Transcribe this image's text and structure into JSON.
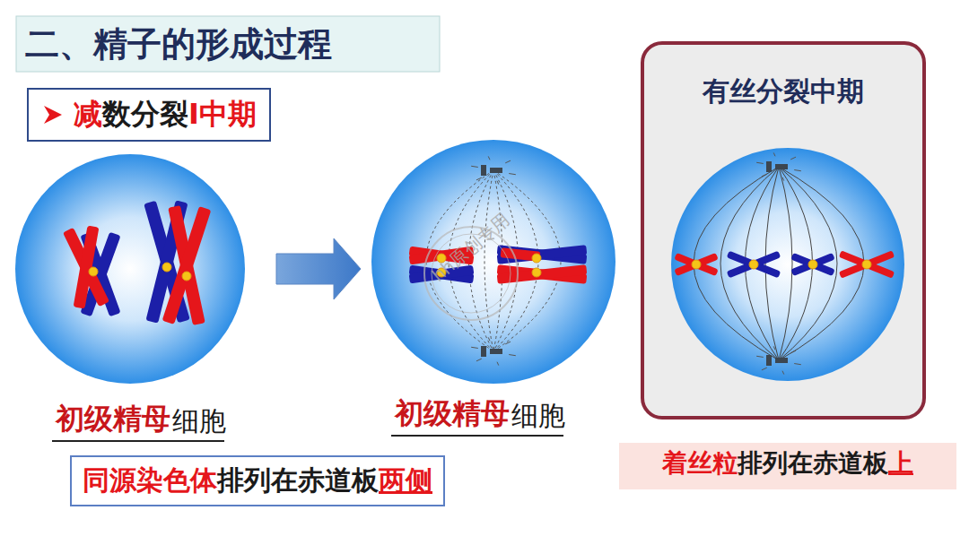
{
  "diagram": {
    "title": "二、精子的形成过程",
    "nodes": [
      {
        "text": [
          "减",
          "数分裂",
          "Ⅰ中期"
        ]
      },
      {
        "text": [
          "有丝分裂中期"
        ]
      },
      {
        "text": [
          "同源染色体",
          "排列在赤道板",
          "两侧"
        ]
      },
      {
        "text": [
          "着丝粒",
          "排列在赤道板",
          "上"
        ]
      }
    ],
    "labels": [
      "初级精母",
      "细胞",
      "初级精母",
      "细胞",
      "hh原创专用"
    ]
  }
}
